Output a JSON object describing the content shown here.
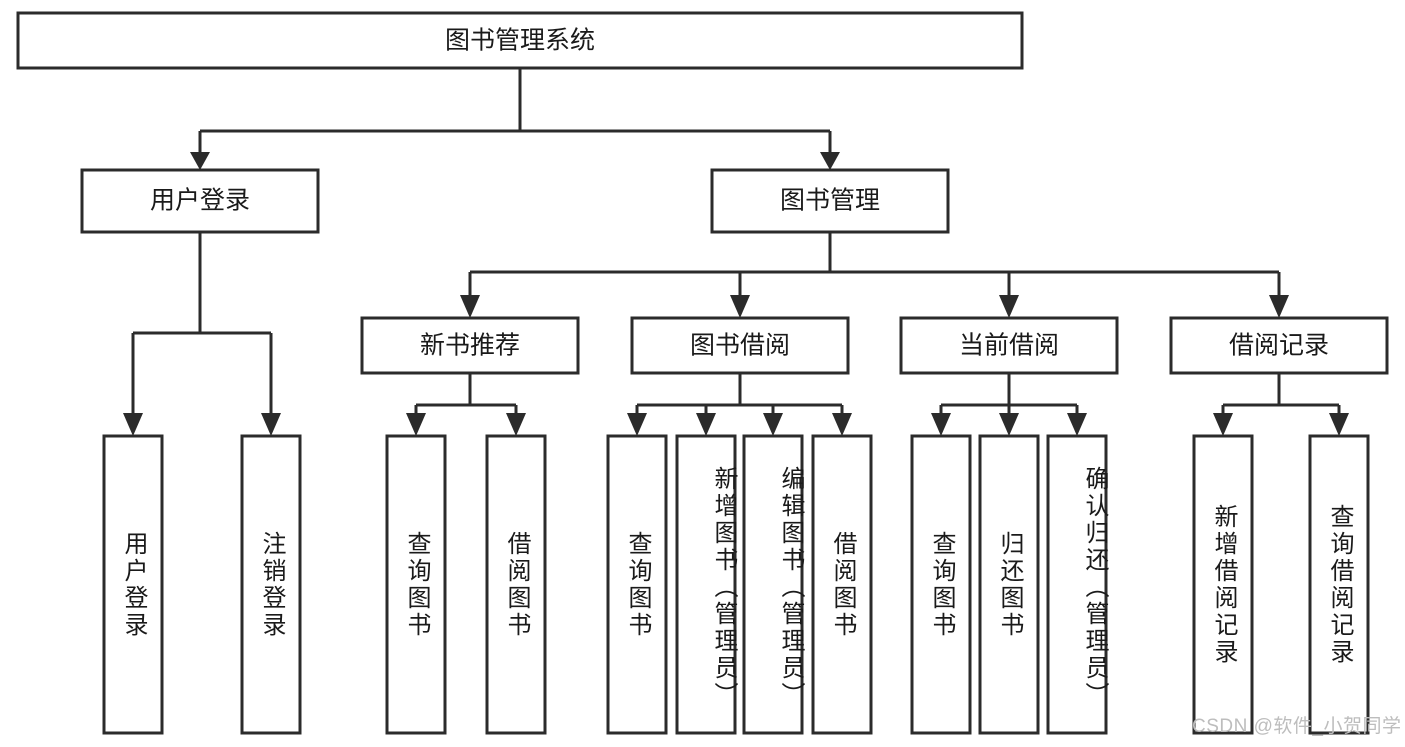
{
  "diagram": {
    "title": "图书管理系统",
    "type": "tree-hierarchy-flowchart",
    "orientation": "top-down",
    "root": {
      "id": "root",
      "label": "图书管理系统"
    },
    "level2": [
      {
        "id": "user-login",
        "label": "用户登录"
      },
      {
        "id": "book-mgmt",
        "label": "图书管理"
      }
    ],
    "level3": [
      {
        "id": "new-book-recommend",
        "label": "新书推荐",
        "parent": "book-mgmt"
      },
      {
        "id": "book-borrow",
        "label": "图书借阅",
        "parent": "book-mgmt"
      },
      {
        "id": "current-borrow",
        "label": "当前借阅",
        "parent": "book-mgmt"
      },
      {
        "id": "borrow-record",
        "label": "借阅记录",
        "parent": "book-mgmt"
      }
    ],
    "leaves": [
      {
        "id": "leaf-user-login",
        "label": "用户登录",
        "parent": "user-login"
      },
      {
        "id": "leaf-logout",
        "label": "注销登录",
        "parent": "user-login"
      },
      {
        "id": "leaf-query-book-1",
        "label": "查询图书",
        "parent": "new-book-recommend"
      },
      {
        "id": "leaf-borrow-book-1",
        "label": "借阅图书",
        "parent": "new-book-recommend"
      },
      {
        "id": "leaf-query-book-2",
        "label": "查询图书",
        "parent": "book-borrow"
      },
      {
        "id": "leaf-add-book",
        "label": "新增图书（管理员）",
        "parent": "book-borrow"
      },
      {
        "id": "leaf-edit-book",
        "label": "编辑图书（管理员）",
        "parent": "book-borrow"
      },
      {
        "id": "leaf-borrow-book-2",
        "label": "借阅图书",
        "parent": "book-borrow"
      },
      {
        "id": "leaf-query-book-3",
        "label": "查询图书",
        "parent": "current-borrow"
      },
      {
        "id": "leaf-return-book",
        "label": "归还图书",
        "parent": "current-borrow"
      },
      {
        "id": "leaf-confirm-return",
        "label": "确认归还（管理员）",
        "parent": "current-borrow"
      },
      {
        "id": "leaf-add-record",
        "label": "新增借阅记录",
        "parent": "borrow-record"
      },
      {
        "id": "leaf-query-record",
        "label": "查询借阅记录",
        "parent": "borrow-record"
      }
    ],
    "colors": {
      "stroke": "#2b2b2b",
      "fill": "#ffffff",
      "text": "#1a1a1a",
      "watermark": "#bdbdbd",
      "background": "#ffffff"
    }
  },
  "watermark": {
    "text": "CSDN @软件_小贺同学"
  }
}
